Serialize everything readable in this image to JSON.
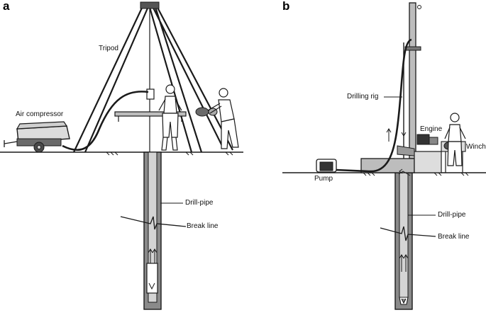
{
  "panels": {
    "a": {
      "letter": "a",
      "labels": {
        "air_compressor": "Air compressor",
        "tripod": "Tripod",
        "drill_pipe": "Drill-pipe",
        "break_line": "Break line"
      }
    },
    "b": {
      "letter": "b",
      "labels": {
        "drilling_rig": "Drilling rig",
        "engine": "Engine",
        "winch": "Winch",
        "pump": "Pump",
        "drill_pipe": "Drill-pipe",
        "break_line": "Break line"
      }
    }
  },
  "colors": {
    "ink": "#1a1a1a",
    "pipe_fill": "#7a7a7a",
    "pipe_core": "#c9c9c9",
    "tank_fill": "#d6d6d6",
    "platform_fill": "#bdbdbd"
  }
}
